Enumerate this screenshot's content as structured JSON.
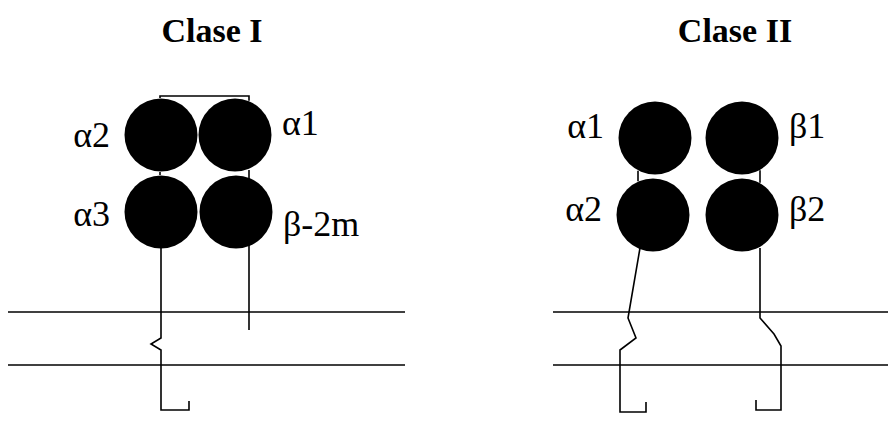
{
  "diagram": {
    "nodes": [
      {
        "text": [
          "α2"
        ]
      },
      {
        "text": [
          "α1"
        ]
      },
      {
        "text": [
          "α3"
        ]
      },
      {
        "text": [
          "β-2m"
        ]
      },
      {
        "text": [
          "α1"
        ]
      },
      {
        "text": [
          "β1"
        ]
      },
      {
        "text": [
          "α2"
        ]
      },
      {
        "text": [
          "β2"
        ]
      }
    ],
    "edges": [
      {
        "from": 0,
        "to": 1,
        "arrow": "none"
      },
      {
        "from": 0,
        "to": 2,
        "arrow": "none"
      },
      {
        "from": 4,
        "to": 6,
        "arrow": "none"
      },
      {
        "from": 5,
        "to": 7,
        "arrow": "none"
      }
    ],
    "labels": [
      "Clase I",
      "Clase II"
    ]
  }
}
